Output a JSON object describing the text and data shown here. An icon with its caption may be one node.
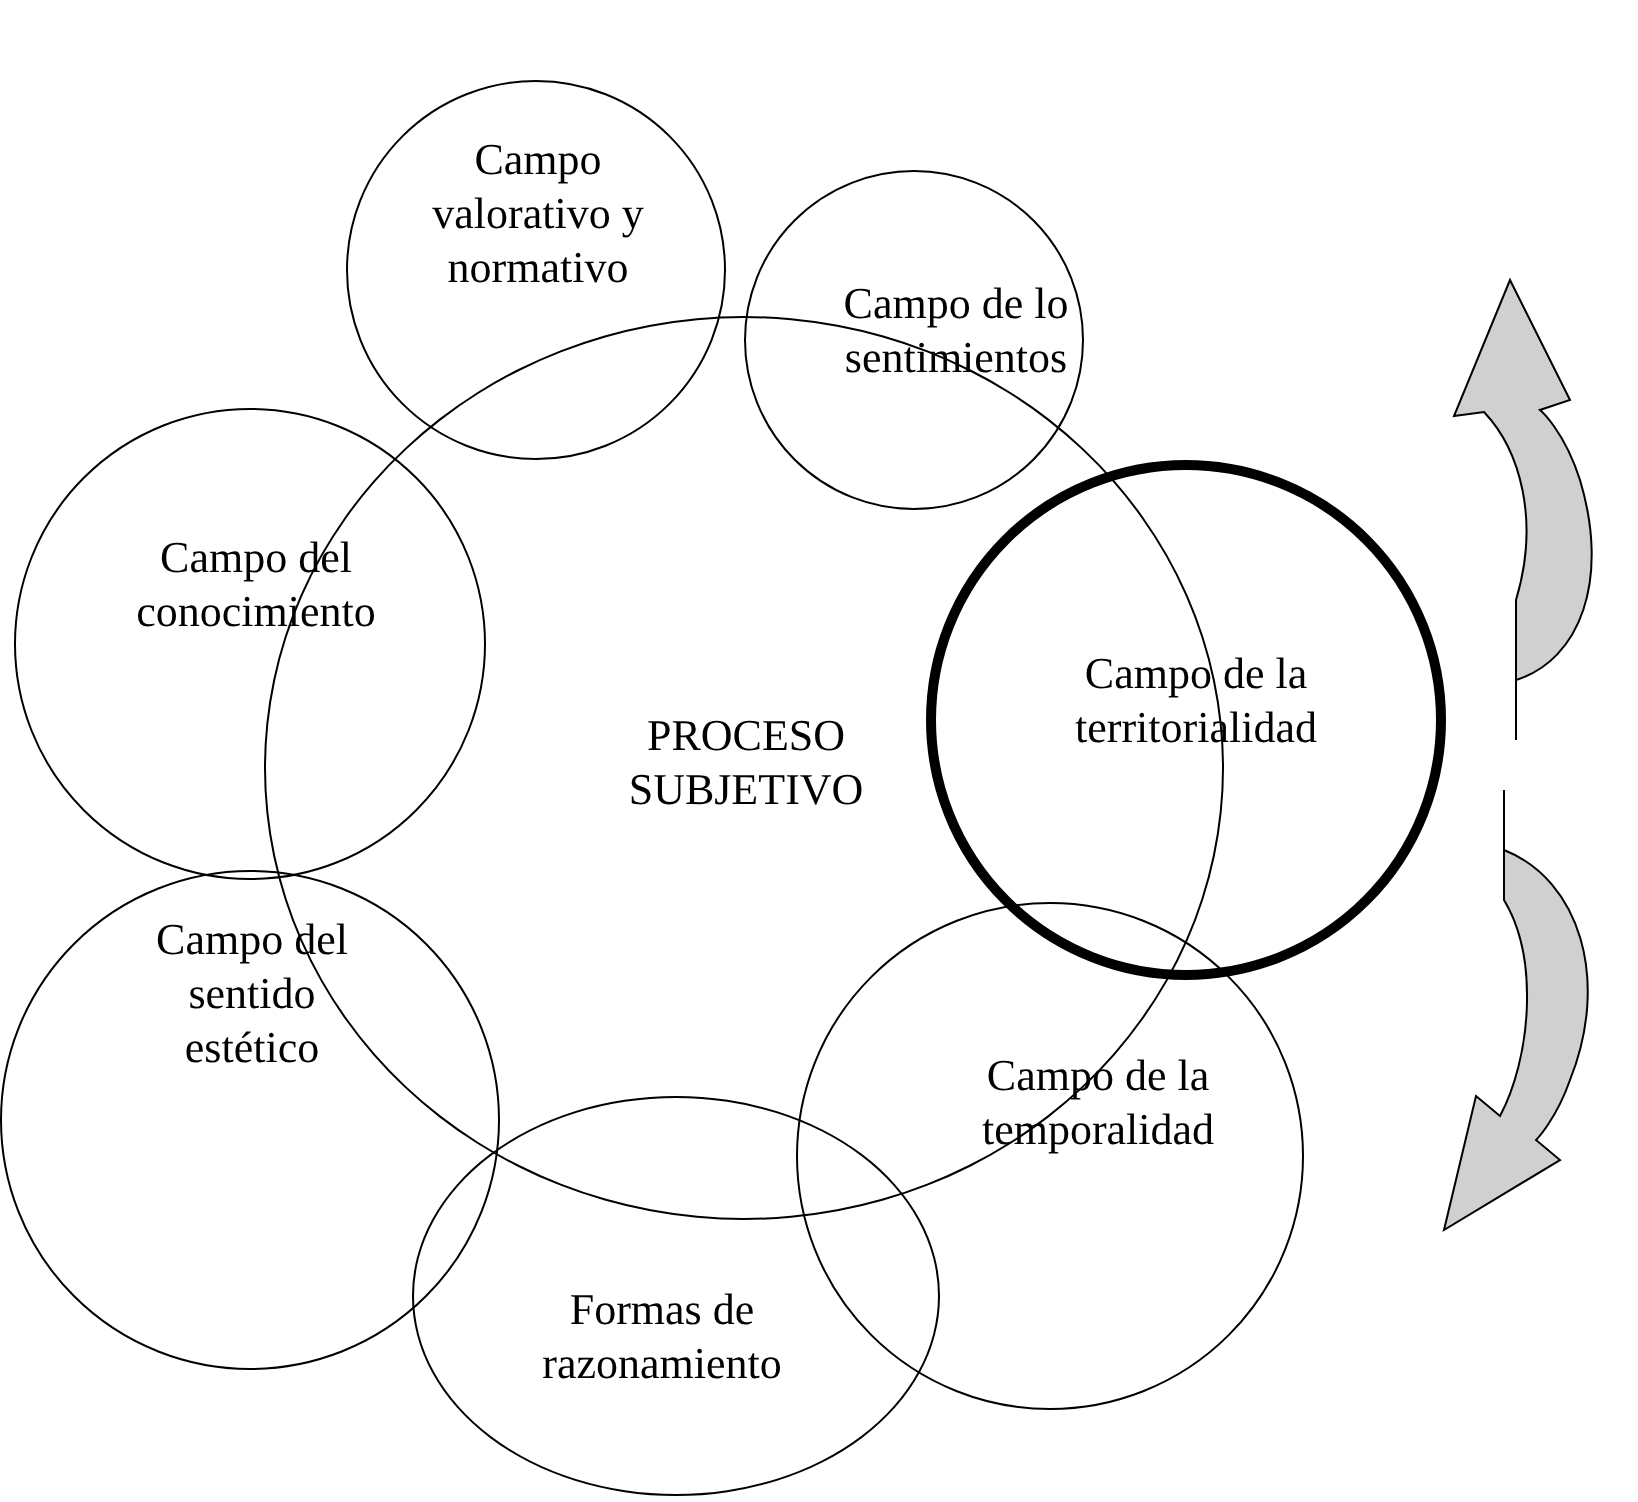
{
  "diagram": {
    "nodes": [
      {
        "text": [
          "Campo valorativo y normativo"
        ]
      },
      {
        "text": [
          "Campo de lo sentimientos"
        ]
      },
      {
        "text": [
          "Campo del conocimiento"
        ]
      },
      {
        "text": [
          "PROCESO SUBJETIVO"
        ]
      },
      {
        "text": [
          "Campo de la territorialidad"
        ]
      },
      {
        "text": [
          "Campo del sentido estético"
        ]
      },
      {
        "text": [
          "Campo de la temporalidad"
        ]
      },
      {
        "text": [
          "Formas de razonamiento"
        ]
      }
    ]
  }
}
